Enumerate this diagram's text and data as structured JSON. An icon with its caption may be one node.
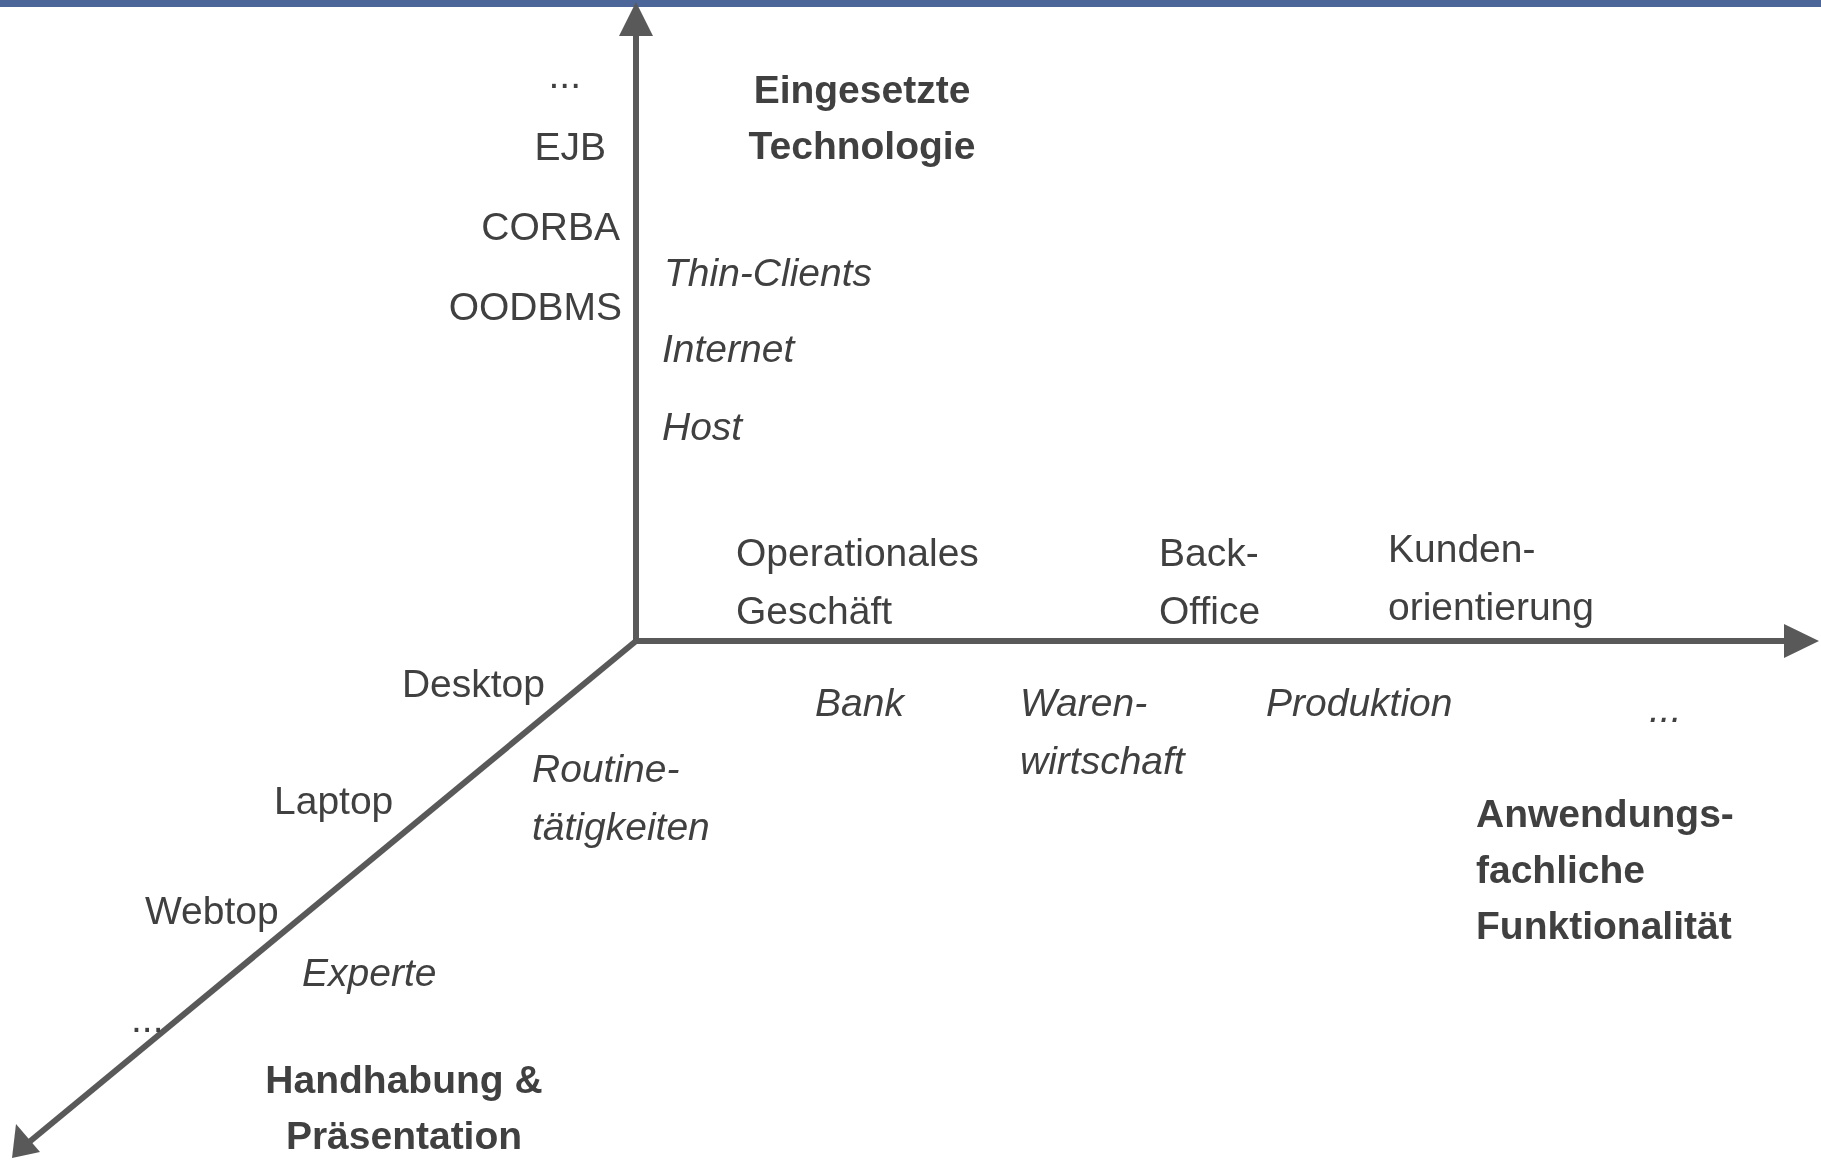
{
  "diagram": {
    "labels": [
      "...",
      "Eingesetzte Technologie",
      "EJB",
      "CORBA",
      "Thin-Clients",
      "OODBMS",
      "Internet",
      "Host",
      "Operationales Geschäft",
      "Back- Office",
      "Kunden- orientierung",
      "Desktop",
      "Bank",
      "Waren- wirtschaft",
      "Produktion",
      "...",
      "Routine- tätigkeiten",
      "Laptop",
      "Anwendungs- fachliche Funktionalität",
      "Webtop",
      "Experte",
      "...",
      "Handhabung & Präsentation"
    ]
  }
}
